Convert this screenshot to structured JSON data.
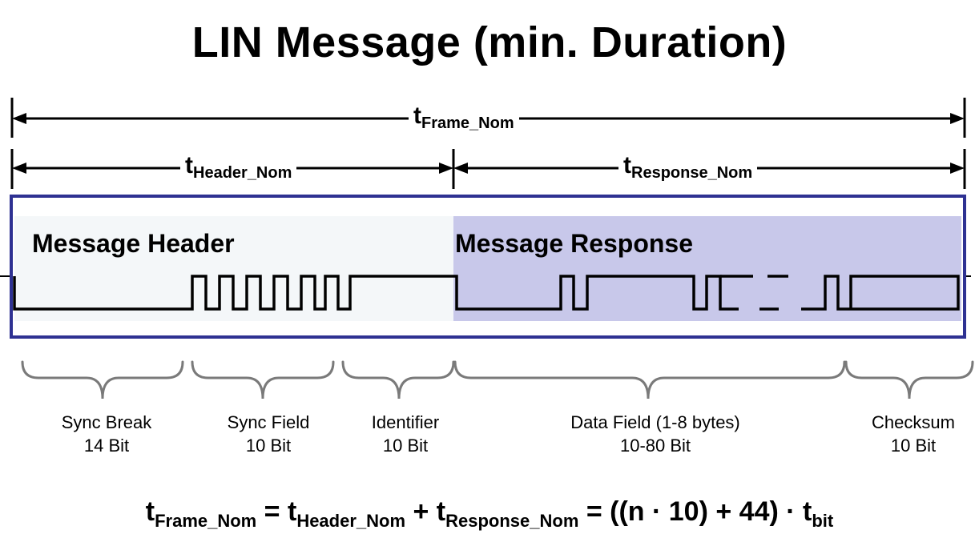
{
  "title": "LIN Message (min. Duration)",
  "timing": {
    "frame": {
      "main": "t",
      "sub": "Frame_Nom"
    },
    "header": {
      "main": "t",
      "sub": "Header_Nom"
    },
    "response": {
      "main": "t",
      "sub": "Response_Nom"
    }
  },
  "blocks": {
    "header_label": "Message Header",
    "response_label": "Message Response"
  },
  "segments": [
    {
      "name": "Sync Break",
      "bits": "14 Bit"
    },
    {
      "name": "Sync Field",
      "bits": "10 Bit"
    },
    {
      "name": "Identifier",
      "bits": "10 Bit"
    },
    {
      "name": "Data Field (1-8 bytes)",
      "bits": "10-80 Bit"
    },
    {
      "name": "Checksum",
      "bits": "10 Bit"
    }
  ],
  "formula": {
    "t1": "t",
    "s1": "Frame_Nom",
    "eq1": " = ",
    "t2": "t",
    "s2": "Header_Nom",
    "plus": " + ",
    "t3": "t",
    "s3": "Response_Nom",
    "eq2": " = ((n · 10) + 44) · ",
    "t4": "t",
    "s4": "bit"
  },
  "colors": {
    "frame_border": "#2e3192",
    "header_fill": "#f4f7f9",
    "response_fill": "#c8c8ea",
    "signal": "#000000"
  }
}
